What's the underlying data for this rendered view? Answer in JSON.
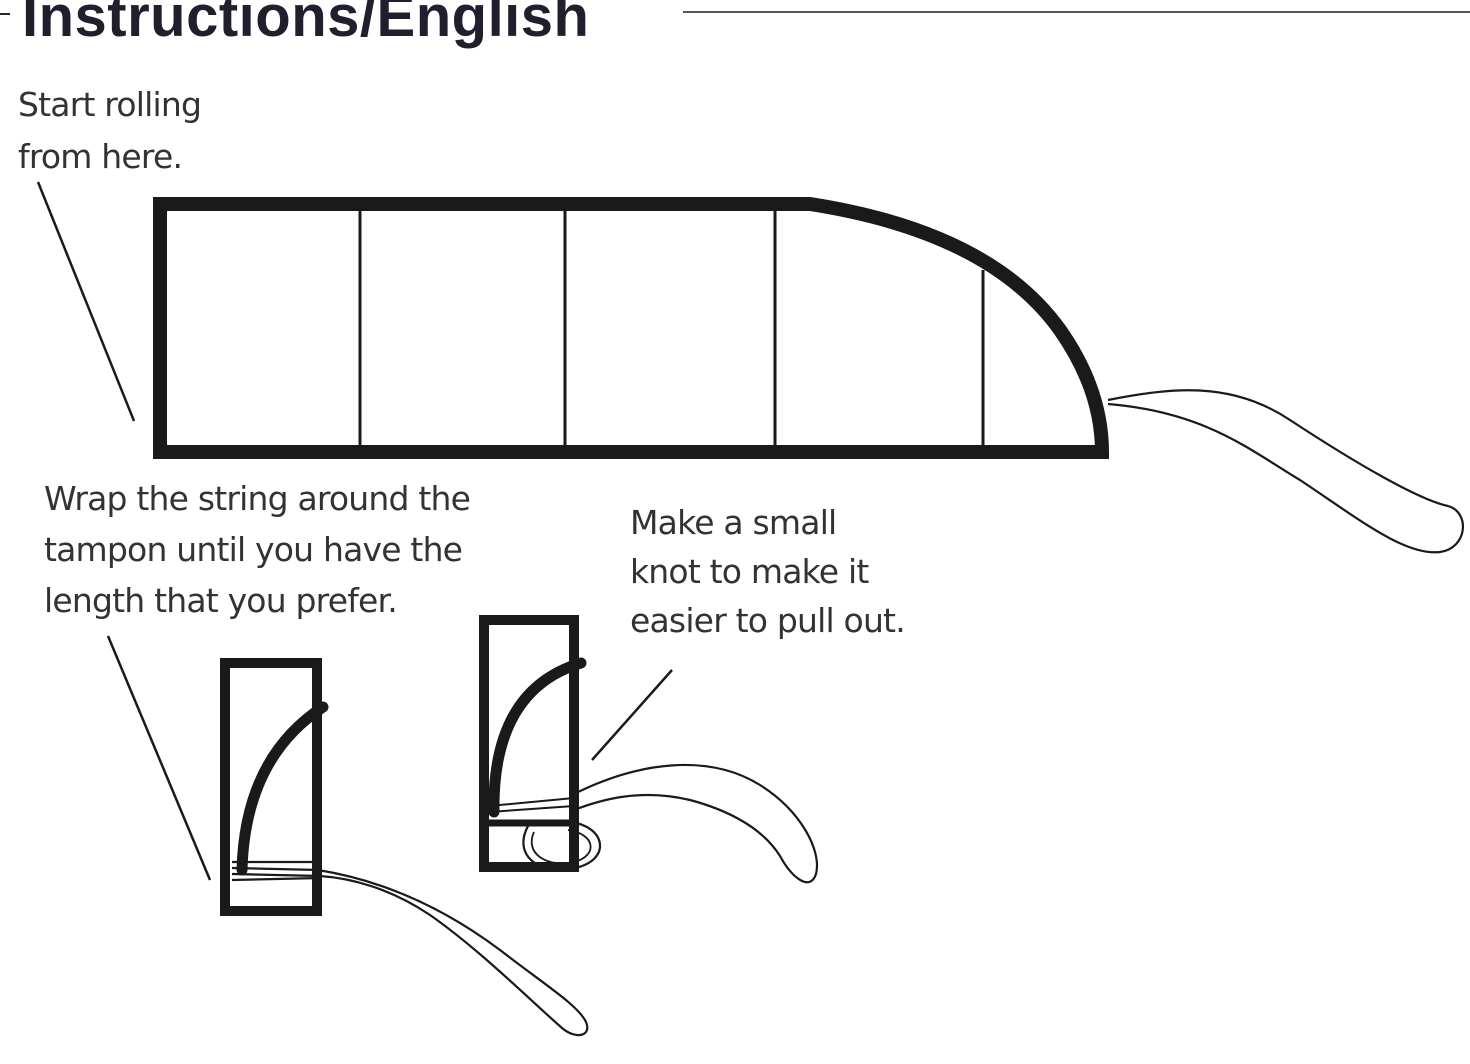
{
  "heading": "Instructions/English",
  "captions": {
    "start_rolling": "Start rolling\nfrom here.",
    "wrap_string": "Wrap the string around the\ntampon until you have the\nlength that you prefer.",
    "make_knot": "Make a small\nknot to make it\neasier to pull out."
  },
  "colors": {
    "ink": "#1a1a1a",
    "text": "#333333"
  }
}
